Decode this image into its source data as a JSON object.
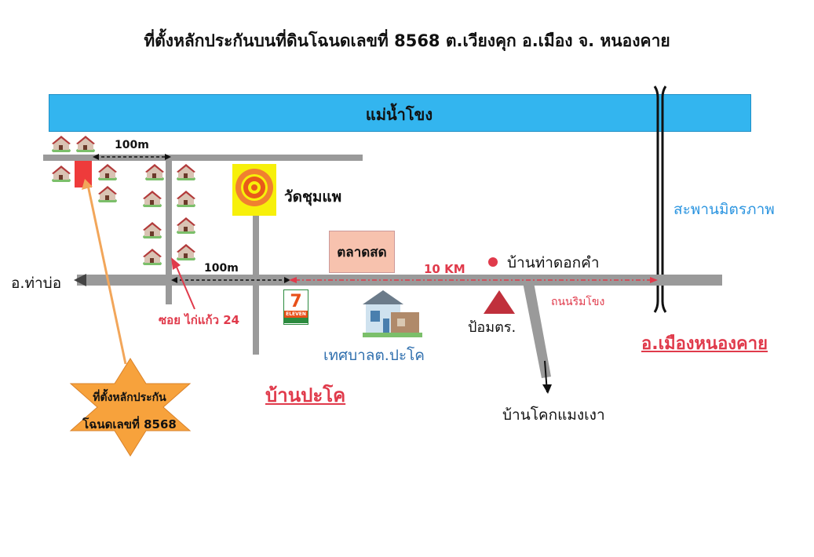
{
  "title": "ที่ตั้งหลักประกันบนที่ดินโฉนดเลขที่ 8568  ต.เวียงคุก  อ.เมือง จ. หนองคาย",
  "river": "แม่น้ำโขง",
  "bridge": "สะพานมิตรภาพ",
  "places": {
    "temple": "วัดชุมแพ",
    "market": "ตลาดสด",
    "village_tha_dok_kham": "บ้านท่าดอกคำ",
    "police": "ป้อมตร.",
    "municipality": "เทศบาลต.ปะโค",
    "ban_pakho": "บ้านปะโค",
    "ban_khok": "บ้านโคกแมงเงา",
    "tha_bo": "อ.ท่าบ่อ",
    "mueang_nongkhai": "อ.เมืองหนองคาย",
    "river_road": "ถนนริมโขง",
    "soi": "ซอย ไก่แก้ว 24",
    "seven_eleven": "ELEVEN",
    "seven_num": "7"
  },
  "distances": {
    "top": "100m",
    "middle": "100m",
    "km": "10 KM"
  },
  "star": {
    "line1": "ที่ตั้งหลักประกัน",
    "line2": "โฉนดเลขที่ 8568"
  },
  "colors": {
    "river": "#33b5ef",
    "road": "#9a9a9a",
    "accent_red": "#e03a4b",
    "star": "#f7a23c",
    "temple_bg": "#f7f00a"
  }
}
